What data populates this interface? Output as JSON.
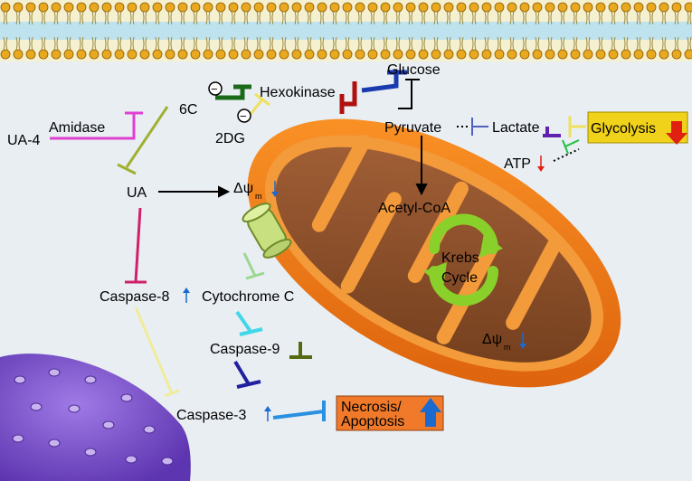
{
  "labels": {
    "glucose": "Glucose",
    "hexokinase": "Hexokinase",
    "six_c": "6C",
    "two_dg": "2DG",
    "pyruvate": "Pyruvate",
    "lactate": "Lactate",
    "glycolysis": "Glycolysis",
    "atp": "ATP",
    "amidase": "Amidase",
    "ua4": "UA-4",
    "ua": "UA",
    "delta_psi": "Δψ",
    "delta_psi_sub": "m",
    "acetyl_coa": "Acetyl-CoA",
    "krebs_line1": "Krebs",
    "krebs_line2": "Cycle",
    "caspase8": "Caspase-8",
    "cytochrome_c": "Cytochrome C",
    "caspase9": "Caspase-9",
    "caspase3": "Caspase-3",
    "necrosis_line1": "Necrosis/",
    "necrosis_line2": "Apoptosis",
    "minus_symbol": "−"
  },
  "colors": {
    "glycolysis_box": "#f0d21a",
    "necrosis_box": "#f07a2a",
    "mitochondrion_outer": "#f07a10",
    "mitochondrion_inner": "#8a4a1e",
    "cell": "#8a5ad6",
    "membrane_head": "#e8a820",
    "membrane_water": "#9fd4e8",
    "down_arrow": "#e02010",
    "up_arrow": "#1a6ad0"
  },
  "icons": [
    "membrane-bilayer",
    "mitochondrion",
    "cell",
    "krebs-cycle-arrows",
    "channel-pore"
  ]
}
